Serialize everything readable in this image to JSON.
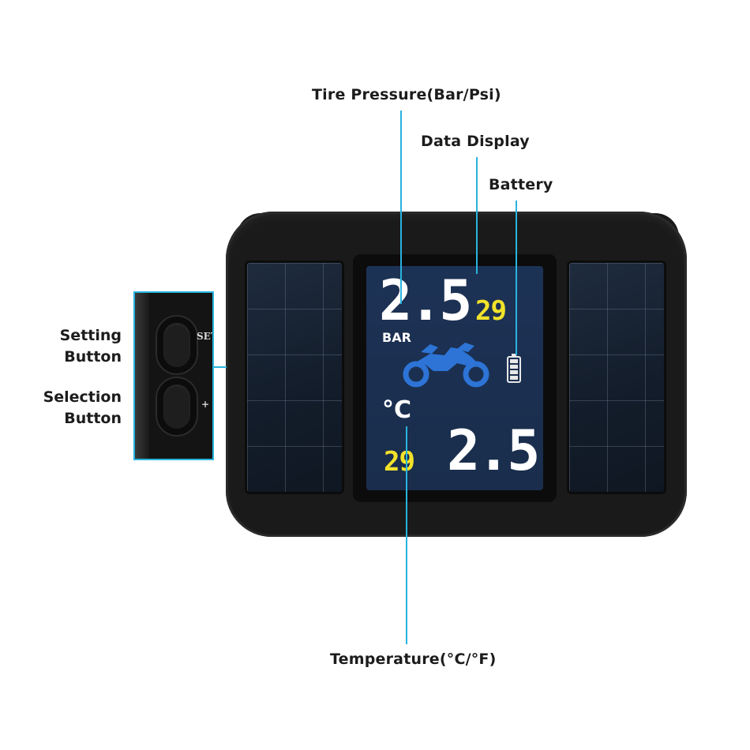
{
  "callouts": {
    "tire_pressure": "Tire Pressure(Bar/Psi)",
    "data_display": "Data Display",
    "battery": "Battery",
    "temperature": "Temperature(°C/°F)",
    "setting_line1": "Setting",
    "setting_line2": "Button",
    "selection_line1": "Selection",
    "selection_line2": "Button"
  },
  "buttons": {
    "set_label": "SET",
    "plus_label": "+"
  },
  "display": {
    "front_pressure": "2.5",
    "front_temp": "29",
    "pressure_unit": "BAR",
    "temp_unit": "°C",
    "rear_temp": "29",
    "rear_pressure": "2.5",
    "battery_level_fraction": 1.0
  },
  "colors": {
    "accent_line": "#28b4de",
    "lcd_background": "#1c3255",
    "pressure_digits": "#ffffff",
    "temp_digits": "#f2e22a",
    "motorcycle_icon": "#2d74d6",
    "device_body": "#1a1a1a"
  },
  "icons": {
    "vehicle": "motorcycle-icon",
    "power": "battery-icon"
  }
}
